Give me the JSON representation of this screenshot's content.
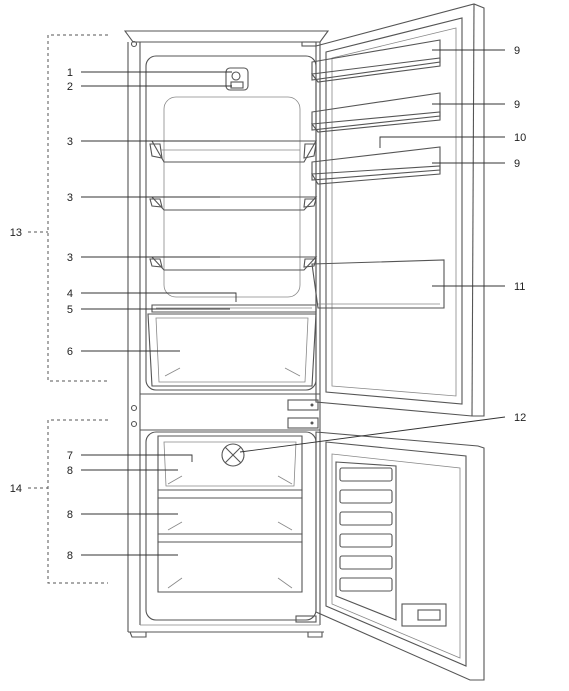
{
  "labels": {
    "l1": "1",
    "l2": "2",
    "l3a": "3",
    "l3b": "3",
    "l3c": "3",
    "l4": "4",
    "l5": "5",
    "l6": "6",
    "l7": "7",
    "l8a": "8",
    "l8b": "8",
    "l8c": "8",
    "l9a": "9",
    "l9b": "9",
    "l9c": "9",
    "l10": "10",
    "l11": "11",
    "l12": "12",
    "l13": "13",
    "l14": "14"
  }
}
